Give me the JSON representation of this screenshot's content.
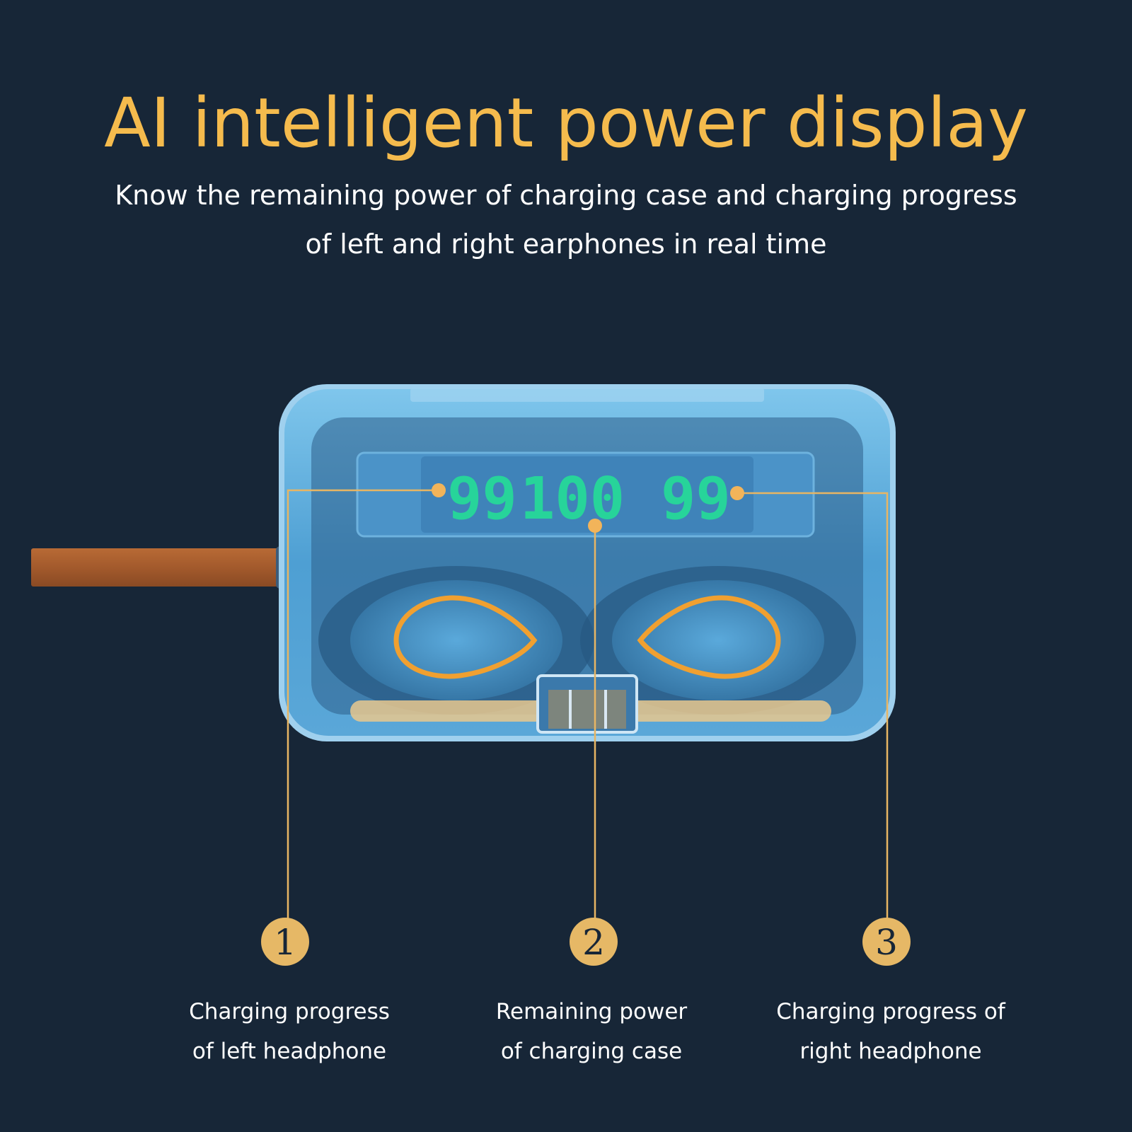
{
  "header": {
    "title": "AI intelligent power display",
    "subtitle_line1": "Know the remaining power of charging case and charging progress",
    "subtitle_line2": "of left and right earphones in real time"
  },
  "display": {
    "left_value": "99",
    "case_value": "100",
    "right_value": "99",
    "digit_color": "#27d49a"
  },
  "callouts": [
    {
      "number": "1",
      "line1": "Charging progress",
      "line2": "of left headphone"
    },
    {
      "number": "2",
      "line1": "Remaining power",
      "line2": "of charging case"
    },
    {
      "number": "3",
      "line1": "Charging progress of",
      "line2": "right headphone"
    }
  ],
  "colors": {
    "background": "#172637",
    "accent": "#f5bb4d",
    "text": "#ffffff"
  }
}
